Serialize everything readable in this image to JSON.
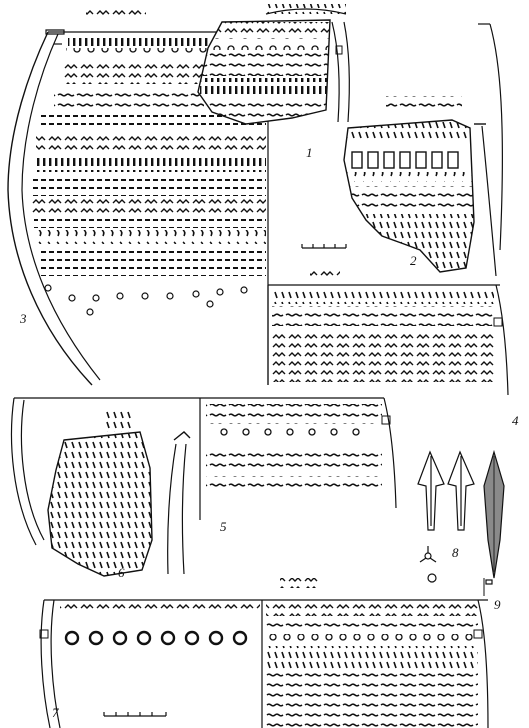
{
  "figure_labels": {
    "f1": "1",
    "f2": "2",
    "f3": "3",
    "f4": "4",
    "f5": "5",
    "f6": "6",
    "f7": "7",
    "f8": "8",
    "f9": "9"
  },
  "colors": {
    "ink": "#111111",
    "paper": "#ffffff",
    "shade": "#888888"
  }
}
